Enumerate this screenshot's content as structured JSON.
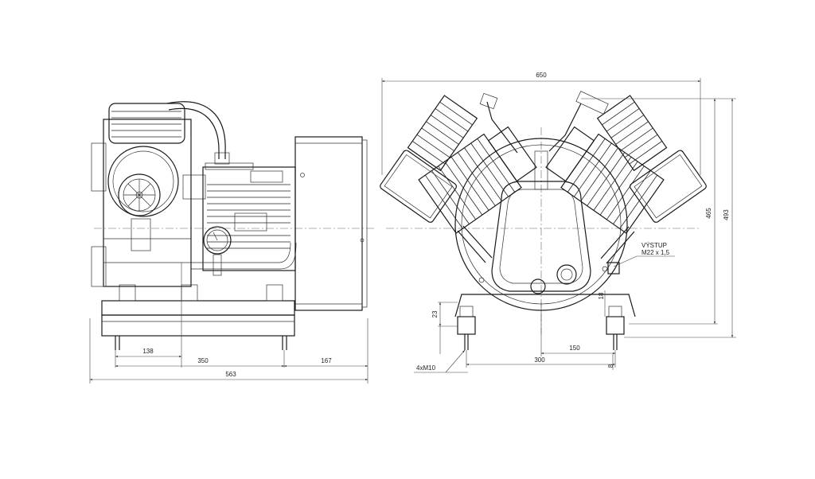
{
  "dimensions": {
    "d138": "138",
    "d350": "350",
    "d167": "167",
    "d563": "563",
    "d650": "650",
    "d465": "465",
    "d493": "493",
    "d23": "23",
    "d150": "150",
    "d300": "300",
    "d18": "18",
    "d8": "8",
    "thread": "4xM10"
  },
  "annotations": {
    "outlet_label": "VÝSTUP",
    "outlet_thread": "M22 x 1,5"
  },
  "colors": {
    "line": "#1a1a1a",
    "background": "#ffffff"
  }
}
